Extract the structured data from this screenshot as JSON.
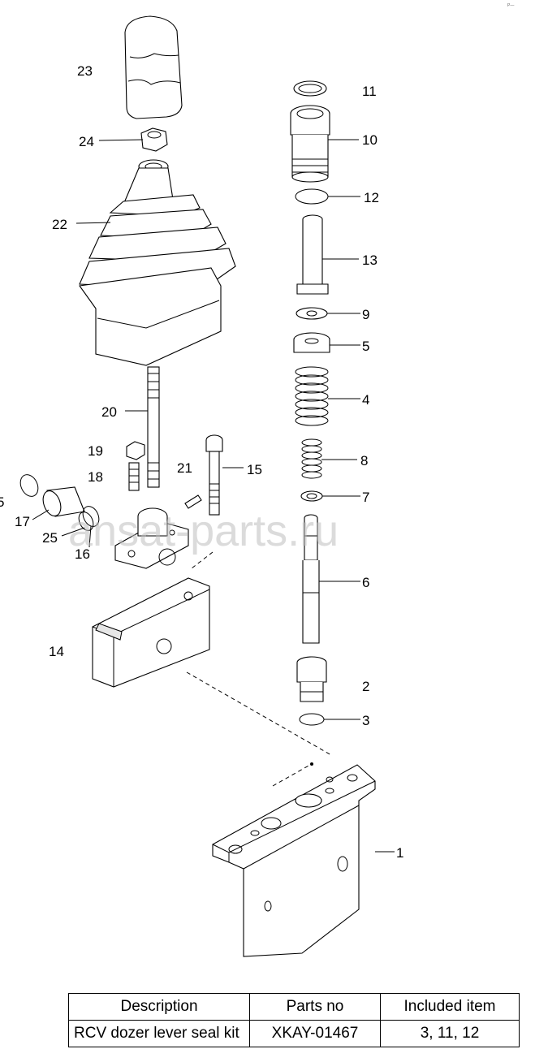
{
  "corner_mark": "P—",
  "watermark": "ansat-parts.ru",
  "callouts": {
    "c1": "1",
    "c2": "2",
    "c3": "3",
    "c4": "4",
    "c5": "5",
    "c6": "6",
    "c7": "7",
    "c8": "8",
    "c9": "9",
    "c10": "10",
    "c11": "11",
    "c12": "12",
    "c13": "13",
    "c14": "14",
    "c15": "15",
    "c16": "16",
    "c17": "17",
    "c18": "18",
    "c19": "19",
    "c20": "20",
    "c21": "21",
    "c22": "22",
    "c23": "23",
    "c24": "24",
    "c25": "25",
    "c5left": "5"
  },
  "table": {
    "headers": [
      "Description",
      "Parts no",
      "Included item"
    ],
    "rows": [
      [
        "RCV dozer lever seal kit",
        "XKAY-01467",
        "3, 11, 12"
      ]
    ]
  }
}
